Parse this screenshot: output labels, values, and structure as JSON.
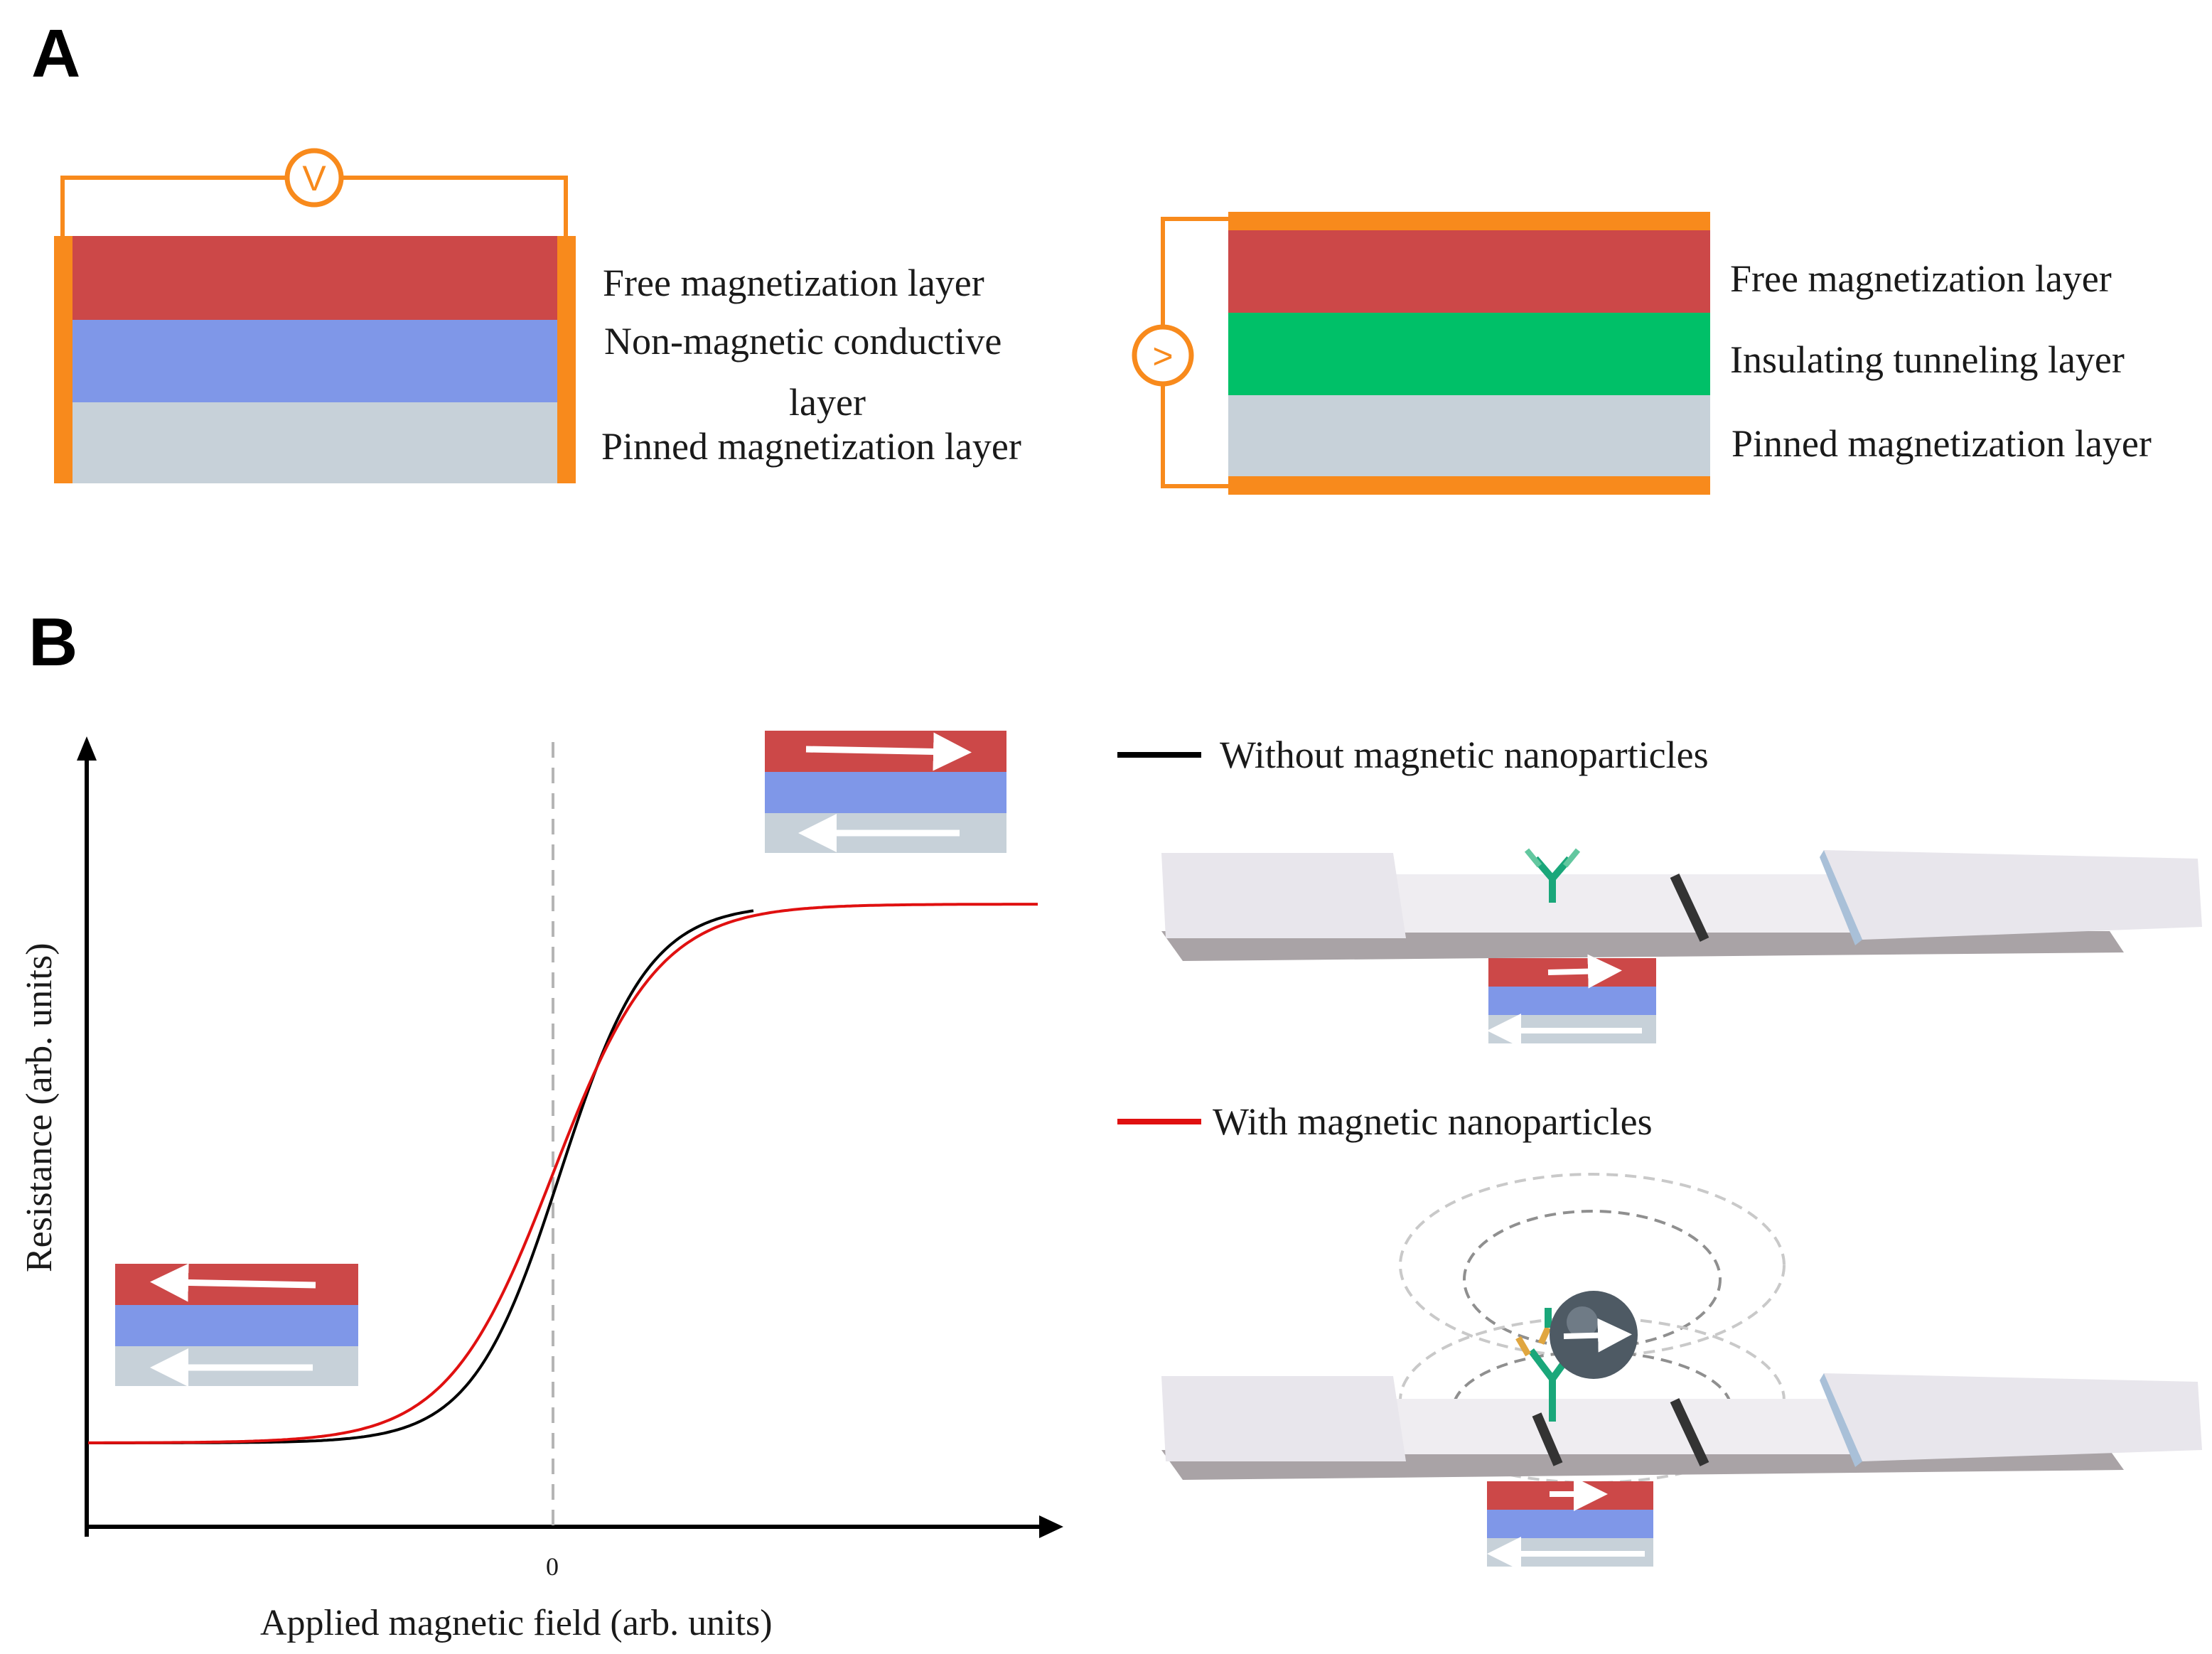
{
  "panels": {
    "a_letter": "A",
    "b_letter": "B"
  },
  "gmr": {
    "meter_symbol": "V",
    "labels": [
      "Free magnetization layer",
      "Non-magnetic conductive",
      "layer",
      "Pinned magnetization layer"
    ]
  },
  "tmr": {
    "meter_symbol": ">",
    "labels": [
      "Free magnetization layer",
      "Insulating tunneling layer",
      "Pinned magnetization layer"
    ]
  },
  "chart": {
    "xlabel": "Applied magnetic field (arb. units)",
    "ylabel": "Resistance (arb. units)",
    "x_tick": "0"
  },
  "legend": {
    "without": "Without magnetic nanoparticles",
    "with": "With magnetic nanoparticles"
  },
  "colors": {
    "free_layer": "#cc4848",
    "conductive_layer": "#7f97e8",
    "pinned_layer": "#c7d1d9",
    "tunnel_layer": "#00c068",
    "contact": "#f88a1c",
    "curve_without": "#000000",
    "curve_with": "#e01010"
  }
}
